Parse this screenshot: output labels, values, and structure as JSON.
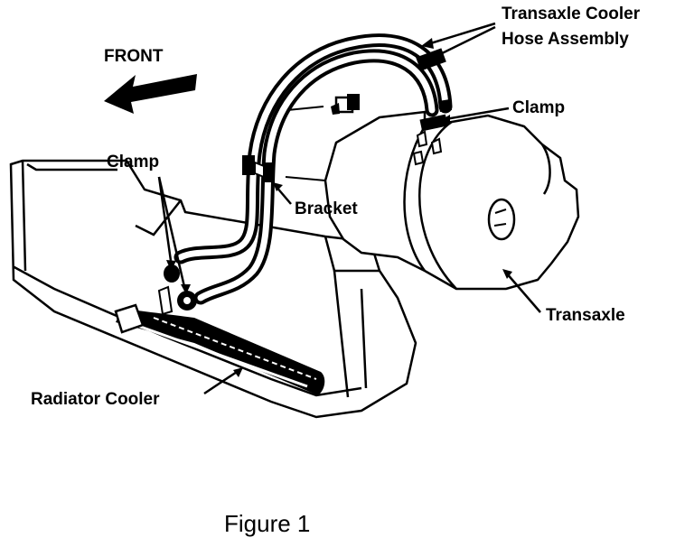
{
  "labels": {
    "front": "FRONT",
    "hose_assembly_line1": "Transaxle Cooler",
    "hose_assembly_line2": "Hose Assembly",
    "clamp_right": "Clamp",
    "clamp_left": "Clamp",
    "bracket": "Bracket",
    "transaxle": "Transaxle",
    "radiator_cooler": "Radiator Cooler"
  },
  "caption": "Figure 1"
}
